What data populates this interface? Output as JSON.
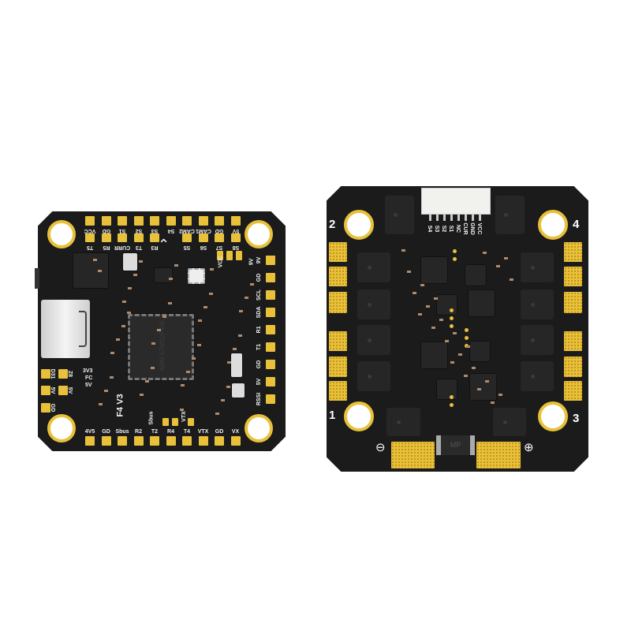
{
  "colors": {
    "board": "#1b1b1b",
    "gold": "#e8c03a",
    "silk": "#f2f2f2"
  },
  "flight_controller": {
    "top_row_outer": [
      "VCC",
      "GD",
      "S1",
      "S2",
      "S3",
      "S4",
      "CAM2",
      "CAM1",
      "GD",
      "5V"
    ],
    "top_row_inner": [
      "T5",
      "R5",
      "CURR",
      "T3",
      "R3",
      "",
      "S5",
      "S6",
      "S7",
      "S8"
    ],
    "right_column": [
      "9V",
      "GD",
      "SCL",
      "SDA",
      "R1",
      "T1",
      "GD",
      "5V",
      "RSSI"
    ],
    "bottom_row": [
      "4V5",
      "GD",
      "Sbus",
      "R2",
      "T2",
      "R4",
      "T4",
      "VTX",
      "GD",
      "VX"
    ],
    "left_labels": [
      "D31",
      "Z8",
      "5V",
      "5V",
      "GD"
    ],
    "jumper_labels": [
      "3V3",
      "FC",
      "5V"
    ],
    "small_labels": {
      "vcc": "VCC",
      "nine_v": "9V",
      "sbus": "Sbus",
      "vtx": "VTX"
    },
    "model": "F4 V3",
    "mcu_text": "ARM STM32F405"
  },
  "esc": {
    "connector_labels": [
      "S4",
      "S3",
      "S2",
      "S1",
      "NC",
      "CUR",
      "GND",
      "VCC"
    ],
    "motor_numbers": [
      "2",
      "4",
      "1",
      "3"
    ],
    "polarity": {
      "negative": "⊖",
      "positive": "⊕"
    },
    "capacitor_text": "MP"
  }
}
